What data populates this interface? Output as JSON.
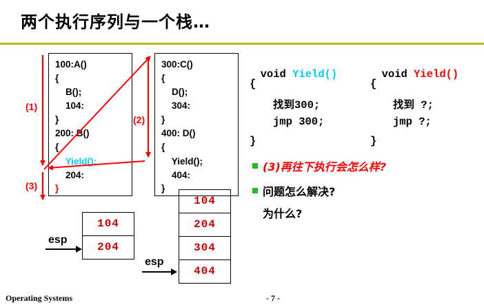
{
  "title": "两个执行序列与一个栈…",
  "box1": {
    "lines": [
      "100:A()",
      "{",
      "    B();",
      "    104:",
      "}",
      "200: B()",
      "{",
      "    Yield();",
      "    204:",
      "}"
    ]
  },
  "box2": {
    "lines": [
      "300:C()",
      "{",
      "    D();",
      "    304:",
      "}",
      "400: D()",
      "{",
      "    Yield();",
      "    404:",
      "}"
    ]
  },
  "labels": {
    "l1": "(1)",
    "l2": "(2)",
    "l3": "(3)"
  },
  "yield_left": {
    "sig_prefix": "void ",
    "sig_name": "Yield()",
    "open": "{",
    "line1": "找到300;",
    "line2": "jmp 300;",
    "close": "}"
  },
  "yield_right": {
    "sig_prefix": "void ",
    "sig_name": "Yield()",
    "open": "{",
    "line1": "找到 ?;",
    "line2": "jmp ?;",
    "close": "}"
  },
  "bullets": {
    "b1": "(3)再往下执行会怎么样?",
    "b2": "问题怎么解决?",
    "b2_sub": "为什么?"
  },
  "stack1": {
    "cells": [
      "104",
      "204"
    ],
    "esp": "esp"
  },
  "stack2": {
    "cells": [
      "104",
      "204",
      "304",
      "404"
    ],
    "esp": "esp"
  },
  "footer": {
    "left": "Operating Systems",
    "page": "- 7 -"
  },
  "colors": {
    "rule": "#b5b818",
    "red": "#ff0000",
    "cyan": "#00ccff",
    "stack_text": "#cc0000",
    "bullet": "#22bb22"
  }
}
